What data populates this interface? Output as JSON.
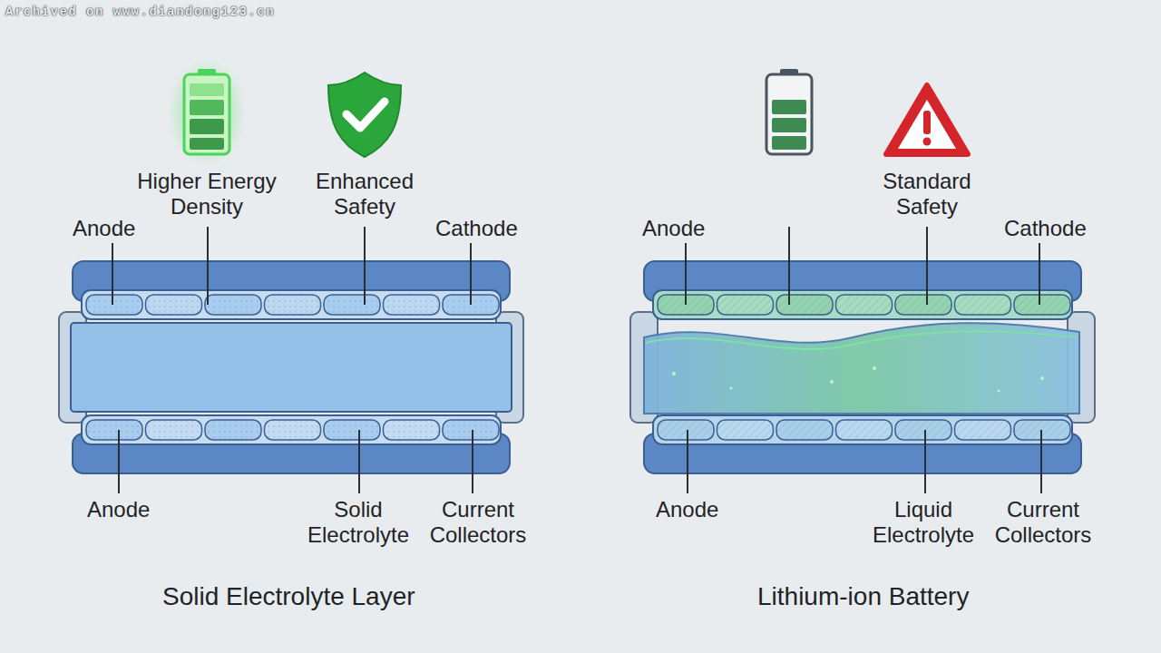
{
  "diagram": {
    "labels": [
      "Archived on www.diandong123.cn",
      "Higher Energy Density",
      "Enhanced Safety",
      "Anode",
      "Cathode",
      "Anode",
      "Solid Electrolyte",
      "Current Collectors",
      "Solid Electrolyte Layer",
      "Standard Safety",
      "Anode",
      "Cathode",
      "Anode",
      "Liquid Electrolyte",
      "Current Collectors",
      "Lithium-ion Battery"
    ]
  }
}
